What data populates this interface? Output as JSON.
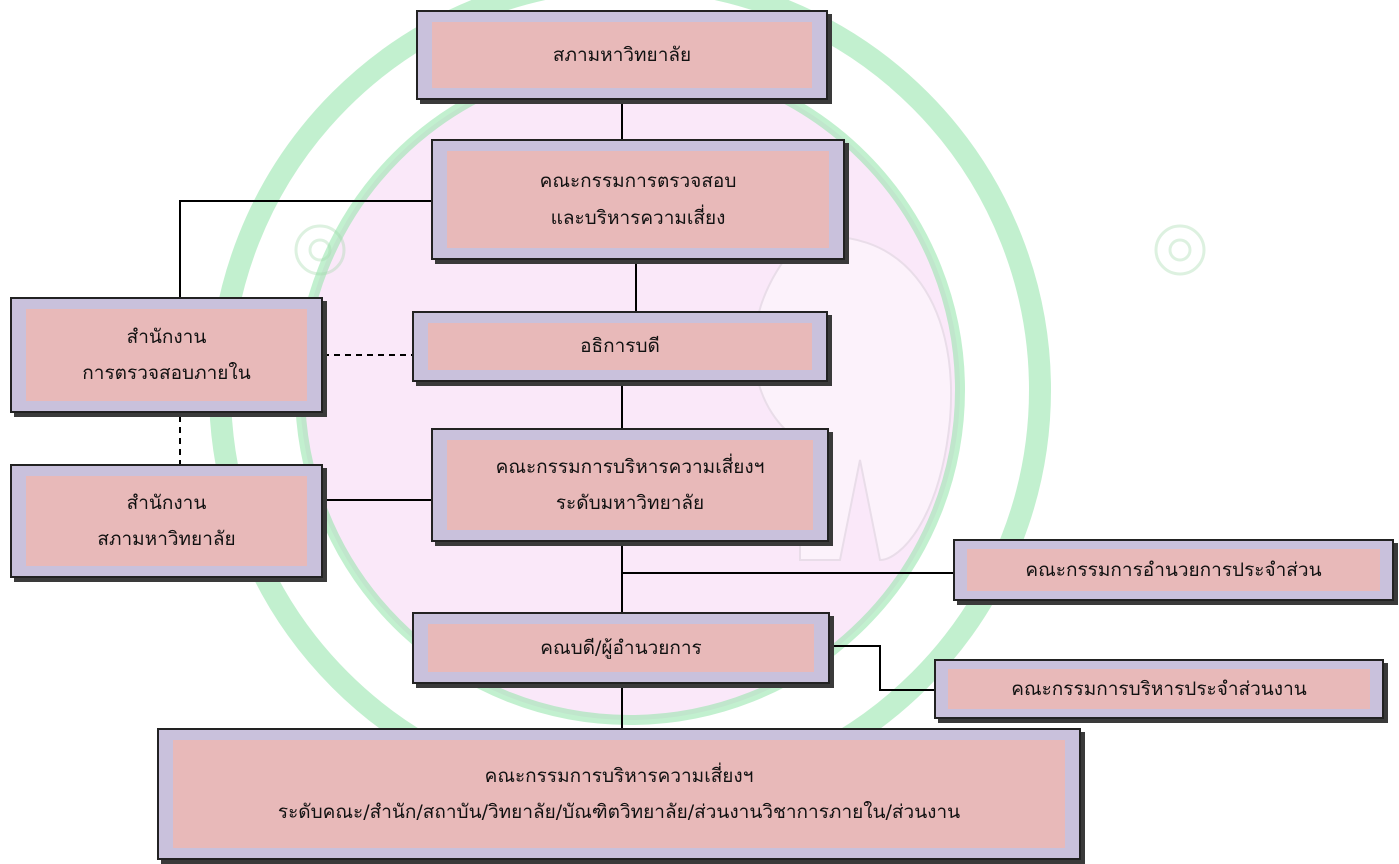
{
  "colors": {
    "box_outer": "#c9c1dc",
    "box_inner": "#e8b9b9",
    "line": "#000000",
    "watermark_green": "#8fe3a8",
    "watermark_pink": "#f6d6f4"
  },
  "nodes": {
    "university_council": {
      "lines": [
        "สภามหาวิทยาลัย"
      ]
    },
    "audit_risk_committee": {
      "lines": [
        "คณะกรรมการตรวจสอบ",
        "และบริหารความเสี่ยง"
      ]
    },
    "internal_audit_office": {
      "lines": [
        "สำนักงาน",
        "การตรวจสอบภายใน"
      ]
    },
    "president": {
      "lines": [
        "อธิการบดี"
      ]
    },
    "university_risk_committee": {
      "lines": [
        "คณะกรรมการบริหารความเสี่ยงฯ",
        "ระดับมหาวิทยาลัย"
      ]
    },
    "council_office": {
      "lines": [
        "สำนักงาน",
        "สภามหาวิทยาลัย"
      ]
    },
    "unit_director_committee": {
      "lines": [
        "คณะกรรมการอำนวยการประจำส่วน"
      ]
    },
    "dean_director": {
      "lines": [
        "คณบดี/ผู้อำนวยการ"
      ]
    },
    "unit_admin_committee": {
      "lines": [
        "คณะกรรมการบริหารประจำส่วนงาน"
      ]
    },
    "faculty_risk_committee": {
      "lines": [
        "คณะกรรมการบริหารความเสี่ยงฯ",
        "ระดับคณะ/สำนัก/สถาบัน/วิทยาลัย/บัณฑิตวิทยาลัย/ส่วนงานวิชาการภายใน/ส่วนงาน"
      ]
    }
  }
}
